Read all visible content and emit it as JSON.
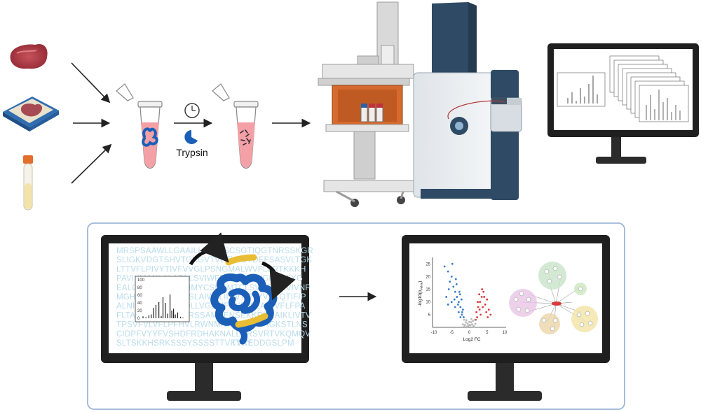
{
  "labels": {
    "enzyme": "Trypsin",
    "volcano_xlabel": "Log2 FC",
    "volcano_ylabel": "-log10(p",
    "volcano_ylabel_sub": "value",
    "volcano_yticks": [
      "5",
      "10",
      "15",
      "20",
      "25"
    ],
    "volcano_xticks": [
      "-10",
      "-5",
      "0",
      "5",
      "10"
    ],
    "spectrum_yticks": [
      "100",
      "80",
      "60",
      "40",
      "20",
      "0"
    ]
  },
  "sequence_lines": [
    "MRSPSAAWLLGAAILLAASLSCSGTIQGTNRSSKGR",
    "SLIGKVDGTSHVTGKGVTVETVFSVDEFSASVLTGK",
    "LTTVFLPIVYTIVFVVGLPSNGMALWVFLFRTKKKH",
    "PAVIYMANLALADLLSVIWFPLKIAYHIHGNNWIYG",
    "EALCNVLIGFFYGNMYCSILFMTCLSVQRYWVIVNP",
    "MGHSRKKANIAIGISLAIWLLILLVTIPLYVVKQTIFIP",
    "ALNITTCHDVLPEQLLVGDMFNYFLSLAIGVFLFPA",
    "FLTASAYVLMIRMLRSSAMDENSEKKRKRAIKLIVTV",
    "TPSVFVLVFLPFHVLRWNMNRASPWGAGKSTLNS",
    "CIDPFVYYFVSHDFRDHAKNALLCRSVRTVKQMQV",
    "SLTSKKHSRKSSSYSSSSTTVKTSY"
  ],
  "line_last_suffix": "TVREDDGSLPM",
  "chart_data": [
    {
      "type": "bar",
      "title": "",
      "xlabel": "",
      "ylabel": "",
      "ylim": [
        0,
        100
      ],
      "x": [
        6,
        11,
        16,
        20,
        24,
        28,
        33,
        37,
        40,
        44,
        48,
        52,
        55,
        58,
        61,
        65,
        70,
        74
      ],
      "values": [
        5,
        3,
        8,
        10,
        27,
        35,
        42,
        6,
        55,
        40,
        12,
        62,
        20,
        25,
        10,
        15,
        4,
        2
      ]
    },
    {
      "type": "scatter",
      "title": "",
      "xlabel": "Log2 FC",
      "ylabel": "-log10(pvalue)",
      "xlim": [
        -10,
        10
      ],
      "ylim": [
        0,
        27
      ],
      "series": [
        {
          "color": "#3a7bc8",
          "points": [
            [
              -7,
              24
            ],
            [
              -6,
              22
            ],
            [
              -5.5,
              18
            ],
            [
              -5,
              20
            ],
            [
              -4.5,
              16
            ],
            [
              -4,
              14
            ],
            [
              -3.5,
              12
            ],
            [
              -3,
              10
            ],
            [
              -2.5,
              8
            ],
            [
              -2,
              6
            ],
            [
              -6.5,
              12
            ],
            [
              -5,
              10
            ],
            [
              -4,
              8
            ],
            [
              -3,
              6
            ],
            [
              -2.5,
              4
            ],
            [
              -4.8,
              25
            ],
            [
              -3.8,
              19
            ],
            [
              -2.8,
              14
            ],
            [
              -2.2,
              11
            ],
            [
              -1.8,
              7
            ],
            [
              -5.8,
              15
            ],
            [
              -4.2,
              11
            ],
            [
              -3.2,
              9
            ],
            [
              -2.1,
              5
            ],
            [
              -6,
              9
            ],
            [
              -3.6,
              17
            ],
            [
              -1.6,
              4
            ],
            [
              -2.6,
              13
            ]
          ]
        },
        {
          "color": "#d93a3a",
          "points": [
            [
              2,
              6
            ],
            [
              2.5,
              8
            ],
            [
              3,
              10
            ],
            [
              3.5,
              12
            ],
            [
              4,
              14
            ],
            [
              4.5,
              9
            ],
            [
              5,
              11
            ],
            [
              5.5,
              7
            ],
            [
              6,
              5
            ],
            [
              2.2,
              4
            ],
            [
              3.2,
              5
            ],
            [
              2.8,
              13
            ],
            [
              3.8,
              8
            ],
            [
              4.8,
              6
            ],
            [
              2.4,
              10
            ],
            [
              3.6,
              15
            ],
            [
              5.2,
              4
            ],
            [
              1.8,
              3
            ],
            [
              4.2,
              12
            ],
            [
              2.9,
              7
            ]
          ]
        },
        {
          "color": "#b8b8b8",
          "points": [
            [
              -1.5,
              3
            ],
            [
              -1,
              2
            ],
            [
              -0.5,
              1.5
            ],
            [
              0,
              1
            ],
            [
              0.5,
              2
            ],
            [
              1,
              2.5
            ],
            [
              1.5,
              3
            ],
            [
              -1.2,
              1
            ],
            [
              -0.3,
              0.5
            ],
            [
              0.3,
              0.8
            ],
            [
              0.8,
              1.2
            ],
            [
              1.2,
              0.6
            ],
            [
              -0.8,
              2.8
            ],
            [
              0.6,
              3.2
            ],
            [
              -1.8,
              1.2
            ],
            [
              1.7,
              1.4
            ],
            [
              0,
              2.2
            ],
            [
              -0.6,
              0.3
            ],
            [
              1.4,
              0.2
            ],
            [
              -1.4,
              0.4
            ]
          ]
        }
      ]
    }
  ],
  "colors": {
    "monitor_frame": "#1f1f1f",
    "panel_border": "#9db6d6",
    "protein_blue": "#1b5fb8",
    "peptide_yellow": "#e9bd34",
    "tube_pink": "#f3a1a6",
    "ms_blue": "#2e4a64",
    "lc_orange": "#d66a2e"
  }
}
